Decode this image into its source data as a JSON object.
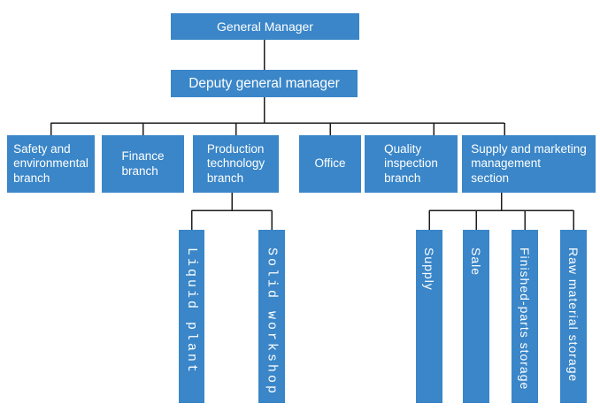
{
  "org_chart": {
    "general_manager": {
      "label": "General Manager"
    },
    "deputy_general_manager": {
      "label": "Deputy general manager"
    },
    "branches": [
      {
        "label": "Safety and\nenvironmental\nbranch"
      },
      {
        "label": "Finance\nbranch"
      },
      {
        "label": "Production\ntechnology\nbranch"
      },
      {
        "label": "Office"
      },
      {
        "label": "Quality\ninspection\nbranch"
      },
      {
        "label": "Supply and marketing\nmanagement\nsection"
      }
    ],
    "production_children": [
      {
        "label": "Liquid plant"
      },
      {
        "label": "Solid workshop"
      }
    ],
    "supply_children": [
      {
        "label": "Supply"
      },
      {
        "label": "Sale"
      },
      {
        "label": "Finished-parts storage"
      },
      {
        "label": "Raw material storage"
      }
    ]
  },
  "colors": {
    "box_fill": "#3a86c8",
    "box_text": "#ffffff",
    "connector": "#1c1c1c",
    "background": "#ffffff"
  }
}
